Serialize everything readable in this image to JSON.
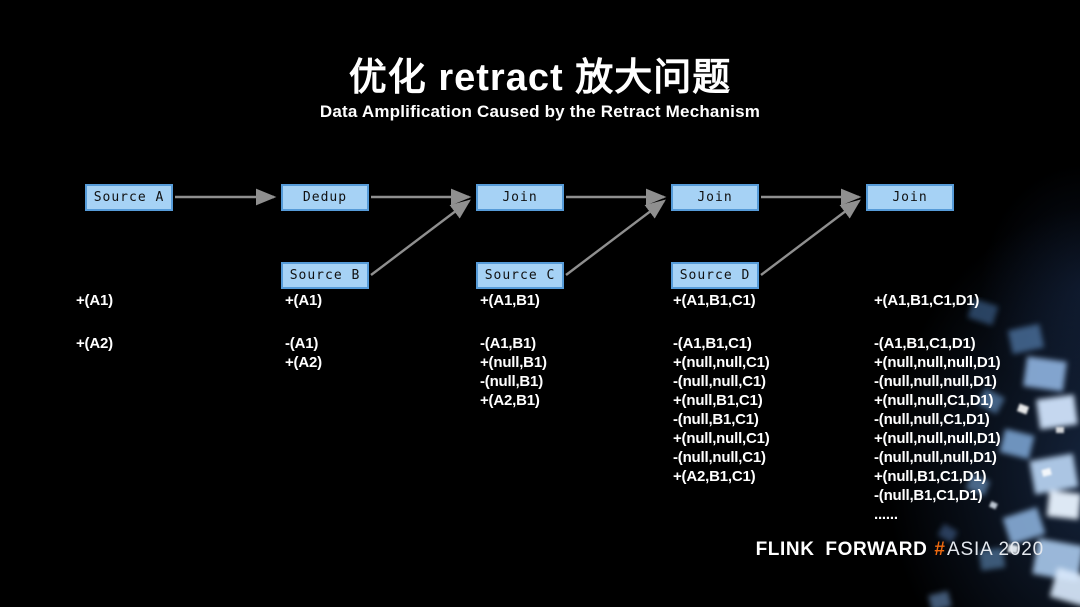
{
  "slide": {
    "title": "优化 retract 放大问题",
    "subtitle": "Data Amplification Caused by the Retract Mechanism"
  },
  "pipeline": {
    "nodes": {
      "source_a": "Source A",
      "dedup": "Dedup",
      "join1": "Join",
      "join2": "Join",
      "join3": "Join",
      "source_b": "Source B",
      "source_c": "Source C",
      "source_d": "Source D"
    }
  },
  "columns": [
    {
      "top": "+(A1)",
      "rest": [
        "+(A2)"
      ]
    },
    {
      "top": "+(A1)",
      "rest": [
        "-(A1)",
        "+(A2)"
      ]
    },
    {
      "top": "+(A1,B1)",
      "rest": [
        "-(A1,B1)",
        "+(null,B1)",
        "-(null,B1)",
        "+(A2,B1)"
      ]
    },
    {
      "top": "+(A1,B1,C1)",
      "rest": [
        "-(A1,B1,C1)",
        "+(null,null,C1)",
        "-(null,null,C1)",
        "+(null,B1,C1)",
        "-(null,B1,C1)",
        "+(null,null,C1)",
        "-(null,null,C1)",
        "+(A2,B1,C1)"
      ]
    },
    {
      "top": "+(A1,B1,C1,D1)",
      "rest": [
        "-(A1,B1,C1,D1)",
        "+(null,null,null,D1)",
        "-(null,null,null,D1)",
        "+(null,null,C1,D1)",
        "-(null,null,C1,D1)",
        "+(null,null,null,D1)",
        "-(null,null,null,D1)",
        "+(null,B1,C1,D1)",
        "-(null,B1,C1,D1)",
        "......"
      ]
    }
  ],
  "footer": {
    "brand": "FLINK FORWARD",
    "hash": "#",
    "event": "ASIA 2020"
  },
  "colors": {
    "background": "#000000",
    "text": "#ffffff",
    "node_fill": "#a6d2f5",
    "node_border": "#569bd8",
    "arrow": "#8f8f8f",
    "accent_orange": "#ee6a10"
  }
}
